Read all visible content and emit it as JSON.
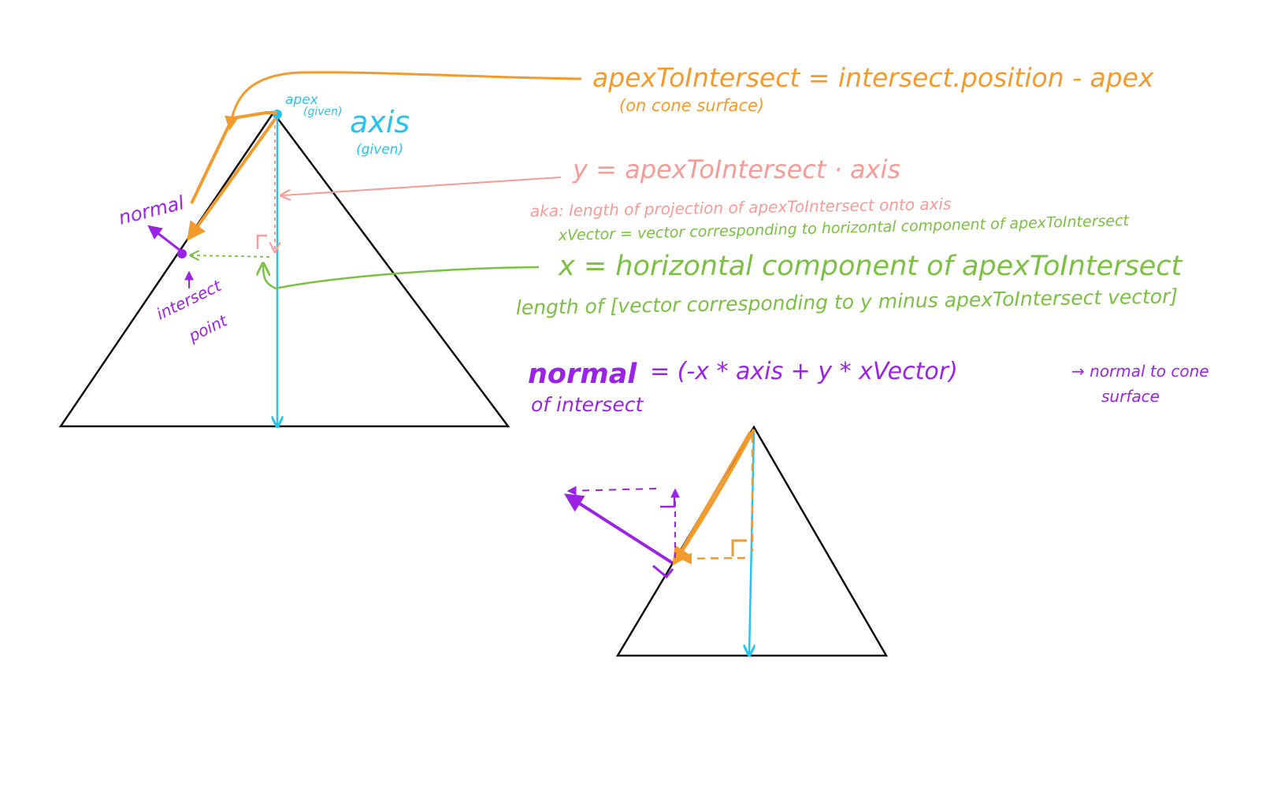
{
  "colors": {
    "orange": "#f39a2c",
    "cyan": "#27c3ee",
    "salmon": "#f79b97",
    "green": "#7bc043",
    "purple": "#9b23e8",
    "black": "#111111",
    "background": "#ffffff"
  },
  "labels": {
    "apex": "apex",
    "apex_given": "(given)",
    "axis": "axis",
    "axis_given": "(given)",
    "normal": "normal",
    "intersect": "intersect",
    "point": "point"
  },
  "equations": {
    "apex_to_intersect": "apexToIntersect = intersect.position - apex",
    "apex_to_intersect_note": "(on cone surface)",
    "y_eq": "y = apexToIntersect · axis",
    "y_note": "aka: length of projection of apexToIntersect onto axis",
    "xvector_eq": "xVector = vector corresponding to horizontal component of apexToIntersect",
    "x_eq": "x = horizontal component of apexToIntersect",
    "x_note": "length of [vector corresponding to y minus apexToIntersect vector]",
    "normal_word": "normal",
    "normal_of_intersect": "of intersect",
    "normal_eq": "= (-x * axis + y * xVector)",
    "normal_note_1": "→ normal to cone",
    "normal_note_2": "surface"
  }
}
